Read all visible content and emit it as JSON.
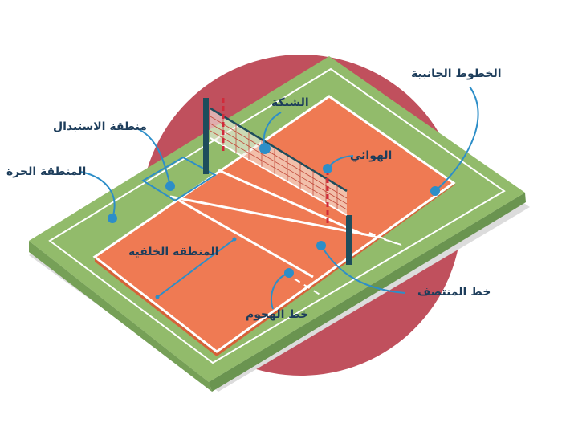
{
  "colors": {
    "circle": "#c0505d",
    "grass": "#92bb6b",
    "grass_side": "#76a057",
    "court": "#ef7a53",
    "court_side": "#d66138",
    "line": "#ffffff",
    "blue": "#2d8ec8",
    "text": "#1d3d5b"
  },
  "labels": {
    "side_lines": "الخطوط الجانبية",
    "net": "الشبكة",
    "substitution_zone": "منطقة الاستبدال",
    "antenna": "الهوائي",
    "free_zone": "المنطقة الحرة",
    "back_zone": "المنطقة الخلفية",
    "center_line": "خط المنتصف",
    "attack_line": "خط الهجوم"
  }
}
